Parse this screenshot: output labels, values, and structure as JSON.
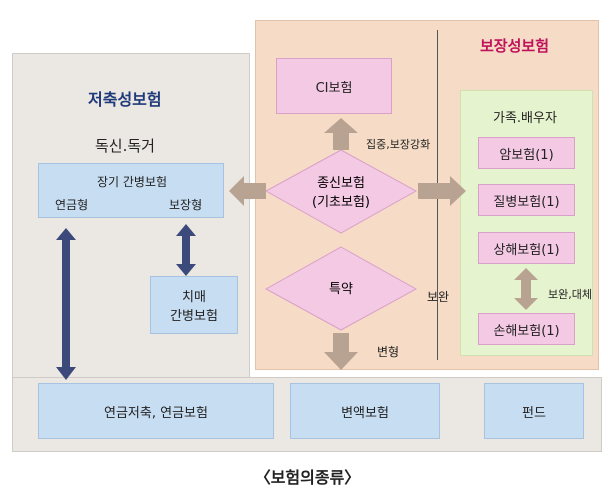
{
  "left_panel": {
    "title": "저축성보험",
    "subtitle": "독신.독거",
    "care_box": {
      "title": "장기 간병보험",
      "left": "연금형",
      "right": "보장형"
    },
    "dementia_line1": "치매",
    "dementia_line2": "간병보험"
  },
  "right_panel": {
    "title": "보장성보험",
    "ci_box": "CI보험",
    "focus_label": "집중,보장강화",
    "life_line1": "종신보험",
    "life_line2": "(기초보험)",
    "rider": "특약",
    "supplement_right": "보완",
    "supplement_left": "보완",
    "supplement_rider": "보완",
    "variable_label": "변형",
    "family": {
      "title": "가족.배우자",
      "items": [
        "암보험(1)",
        "질병보험(1)",
        "상해보험(1)",
        "손해보험(1)"
      ],
      "swap_label": "보완,대체"
    }
  },
  "bottom_panel": {
    "annuity": "연금저축, 연금보험",
    "variable": "변액보험",
    "fund": "펀드"
  },
  "caption": "〈보험의종류〉",
  "colors": {
    "pink": "#f4c9e4",
    "blue": "#c7ddf2",
    "arrow_tan": "#b8a291",
    "arrow_navy": "#3b4a7a",
    "title_blue": "#1f3a7a",
    "title_red": "#c0125a"
  }
}
